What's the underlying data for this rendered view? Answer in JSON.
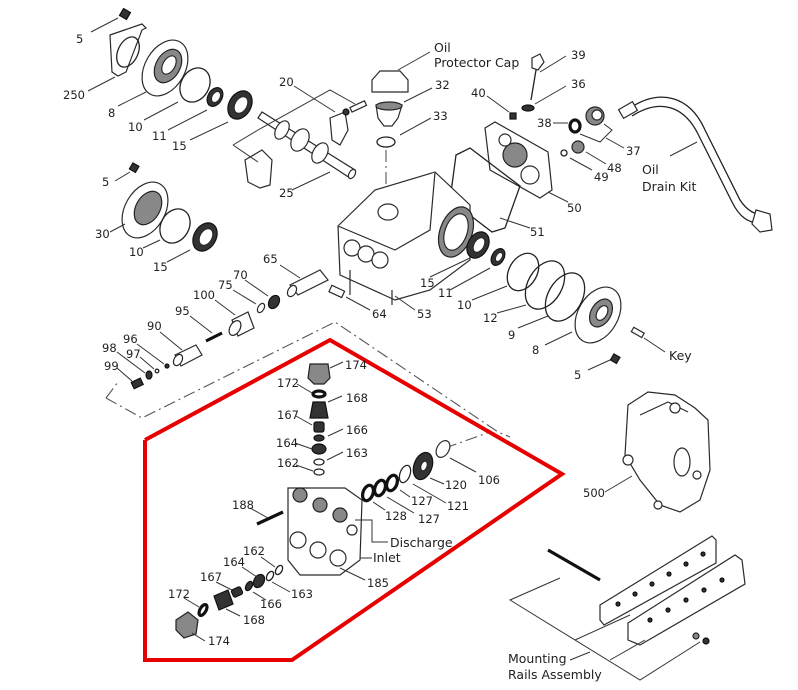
{
  "title": "Pump Exploded Parts Diagram",
  "highlight_color": "#e60000",
  "callouts": {
    "p5_top": "5",
    "p250": "250",
    "p8_top": "8",
    "p10_top": "10",
    "p11_top": "11",
    "p15_top": "15",
    "p20": "20",
    "p25": "25",
    "p32": "32",
    "p33": "33",
    "oil_protector_cap_1": "Oil",
    "oil_protector_cap_2": "Protector Cap",
    "p39": "39",
    "p36": "36",
    "p40": "40",
    "p38": "38",
    "p37": "37",
    "p48": "48",
    "p49": "49",
    "p50": "50",
    "p51": "51",
    "oil_drain_kit_1": "Oil",
    "oil_drain_kit_2": "Drain Kit",
    "p5_mid": "5",
    "p30": "30",
    "p10_mid": "10",
    "p15_mid": "15",
    "p65": "65",
    "p70": "70",
    "p75": "75",
    "p100": "100",
    "p95": "95",
    "p90": "90",
    "p96": "96",
    "p97": "97",
    "p98": "98",
    "p99": "99",
    "p64": "64",
    "p53": "53",
    "p15_right": "15",
    "p11_right": "11",
    "p10_right": "10",
    "p12": "12",
    "p9": "9",
    "p8_right": "8",
    "p5_right": "5",
    "key": "Key",
    "p500": "500",
    "m174_top": "174",
    "m172_top": "172",
    "m168_top": "168",
    "m167_top": "167",
    "m166_top": "166",
    "m164_top": "164",
    "m163_top": "163",
    "m162_top": "162",
    "m106": "106",
    "m120": "120",
    "m121": "121",
    "m127_a": "127",
    "m127_b": "127",
    "m128": "128",
    "m188": "188",
    "discharge": "Discharge",
    "inlet": "Inlet",
    "m185": "185",
    "m162_bot": "162",
    "m164_bot": "164",
    "m167_bot": "167",
    "m163_bot": "163",
    "m166_bot": "166",
    "m172_bot": "172",
    "m168_bot": "168",
    "m174_bot": "174",
    "mounting_rails_1": "Mounting",
    "mounting_rails_2": "Rails Assembly"
  }
}
